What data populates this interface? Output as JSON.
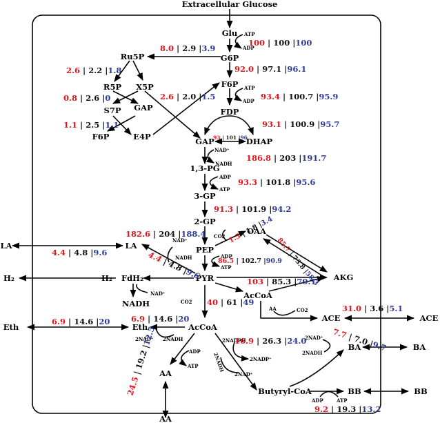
{
  "colors": {
    "red": "#e8141c",
    "black": "#111111",
    "blue": "#2b3a9a"
  },
  "metabolites": {
    "ext_glucose": "Extracellular Glucose",
    "glu": "Glu",
    "g6p": "G6P",
    "f6p": "F6P",
    "fdp": "FDP",
    "gap": "GAP",
    "dhap": "DHAP",
    "pg13": "1,3-PG",
    "gp3": "3-GP",
    "gp2": "2-GP",
    "pep": "PEP",
    "pyr": "PYR",
    "oaa": "OAA",
    "akg": "AKG",
    "accoa_r": "AcCoA",
    "accoa": "AcCoA",
    "ru5p": "Ru5P",
    "r5p": "R5P",
    "x5p": "X5P",
    "gap2": "GAP",
    "s7p": "S7P",
    "e4p": "E4P",
    "f6p2": "F6P",
    "la": "LA",
    "la_ext": "LA",
    "h2": "H₂",
    "h2_ext": "H₂",
    "fdh2": "FdH₂",
    "nadh_fd": "NADH",
    "eth": "Eth",
    "eth_ext": "Eth",
    "ace": "ACE",
    "ace_ext": "ACE",
    "ba": "BA",
    "ba_ext": "BA",
    "bb": "BB",
    "bb_ext": "BB",
    "aa": "AA",
    "aa_ext": "AA",
    "butcoa": "Butyryl-CoA"
  },
  "cofactors": {
    "atp": "ATP",
    "adp": "ADP",
    "nad": "NAD⁺",
    "nadh": "NADH",
    "co2": "CO2",
    "co2b": "CO2",
    "aa": "AA",
    "nad2": "2NAD⁺",
    "nadh2": "2NADH",
    "nadph2": "2NADPH",
    "nadp2": "2NADP⁺"
  },
  "fluxes": {
    "glu_g6p": [
      "100",
      "100",
      "100"
    ],
    "g6p_ru5p": [
      "8.0",
      "2.9",
      "3.9"
    ],
    "g6p_f6p": [
      "92.0",
      "97.1",
      "96.1"
    ],
    "ru5p": [
      "2.6",
      "2.2",
      "1.8"
    ],
    "r5p": [
      "0.8",
      "2.6",
      "0"
    ],
    "x5p_f6p": [
      "2.6",
      "2.0",
      "1.5"
    ],
    "s7p": [
      "1.1",
      "2.5",
      "1.1"
    ],
    "f6p_fdp": [
      "93.4",
      "100.7",
      "95.9"
    ],
    "fdp_gap": [
      "93.1",
      "100.9",
      "95.7"
    ],
    "dhap": [
      "93",
      "101",
      "96"
    ],
    "gap_13pg": [
      "186.8",
      "203",
      "191.7"
    ],
    "pg13_3gp": [
      "93.3",
      "101.8",
      "95.6"
    ],
    "gp3_2gp": [
      "91.3",
      "101.9",
      "94.2"
    ],
    "gp2_pep": [
      "182.6",
      "204",
      "188.4"
    ],
    "pep_oaa": [
      "1.5",
      "1.8",
      "3.4"
    ],
    "oaa_akg": [
      "85.7",
      "73.8",
      "58.3"
    ],
    "pep_pyr": [
      "86.5",
      "102.7",
      "90.9"
    ],
    "la_ext": [
      "4.4",
      "4.8",
      "9.6"
    ],
    "la_pyr": [
      "4.4",
      "4.8",
      "9.6"
    ],
    "pyr_accoa_r": [
      "103",
      "85.3",
      "70.1"
    ],
    "pyr_accoa": [
      "40",
      "61",
      "49"
    ],
    "ace": [
      "31.0",
      "3.6",
      "5.1"
    ],
    "eth_ext": [
      "6.9",
      "14.6",
      "20"
    ],
    "eth": [
      "6.9",
      "14.6",
      "20"
    ],
    "ba": [
      "7.7",
      "7.0",
      "9.7"
    ],
    "butcoa": [
      "16.9",
      "26.3",
      "24.0"
    ],
    "aa": [
      "24.5",
      "19.2",
      "12.5"
    ],
    "bb": [
      "9.2",
      "19.3",
      "13.2"
    ]
  }
}
